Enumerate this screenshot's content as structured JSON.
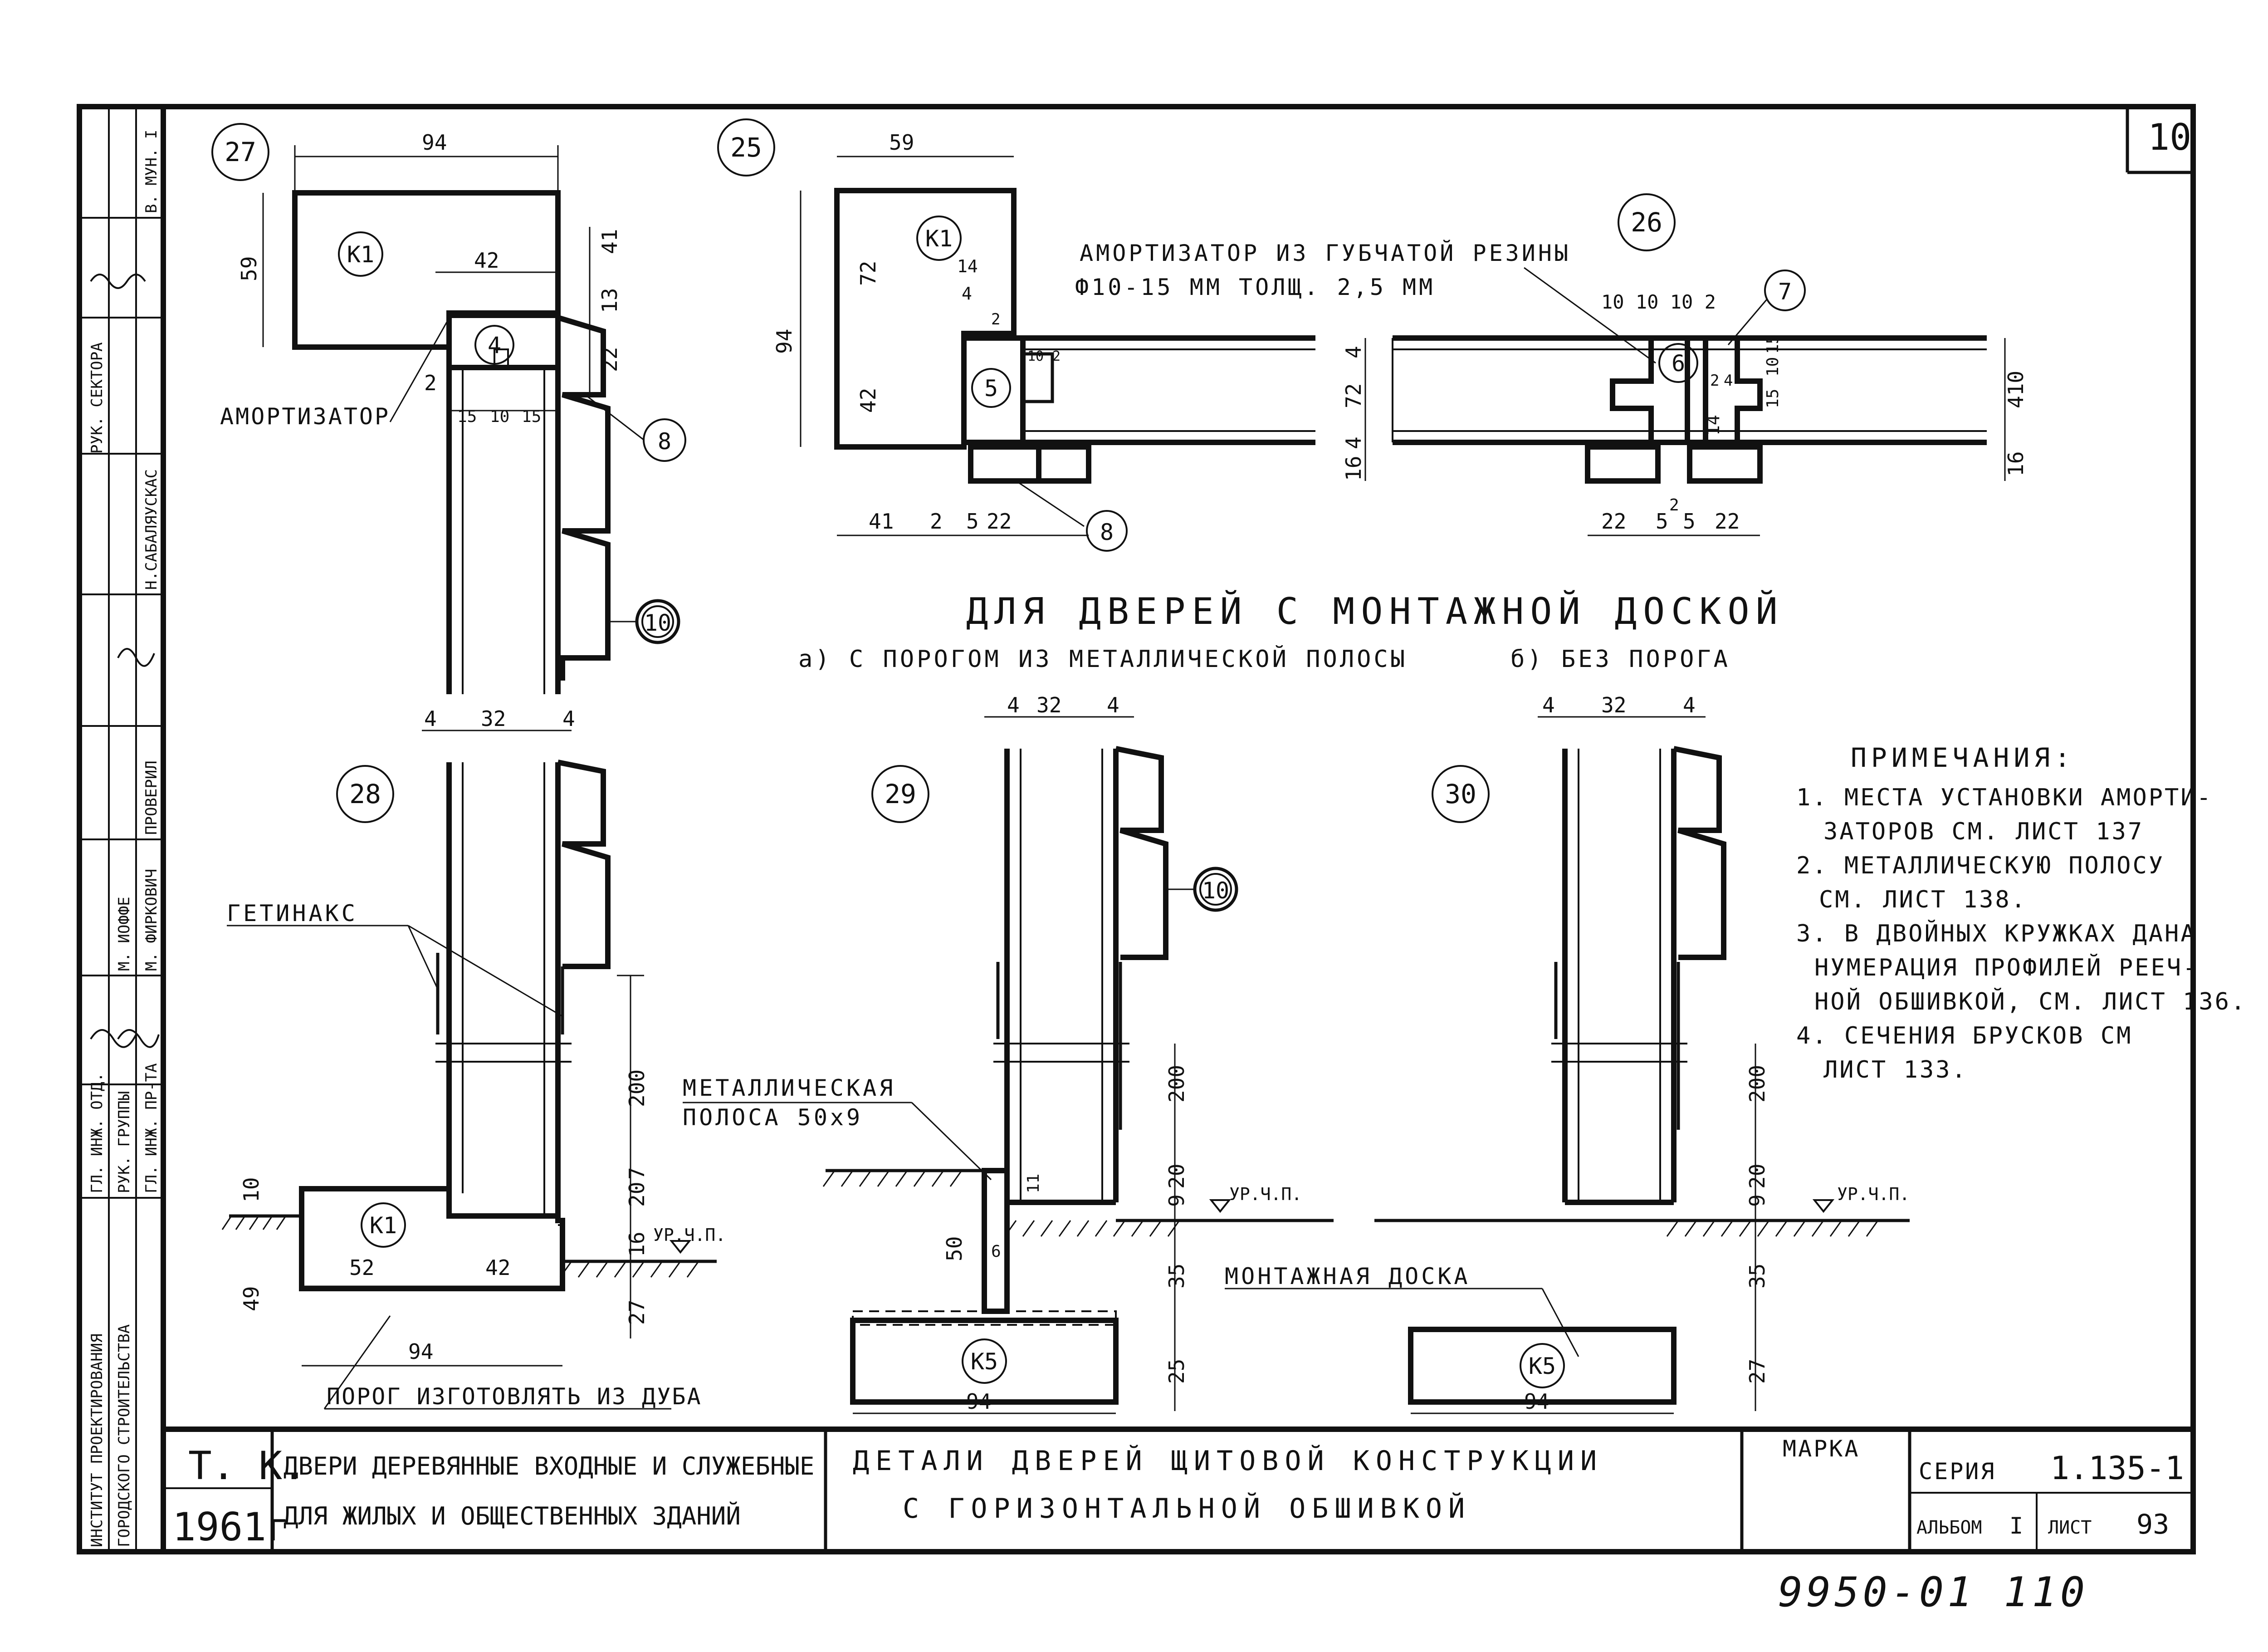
{
  "sheet_corner_number": "10",
  "heading": "ДЛЯ ДВЕРЕЙ С МОНТАЖНОЙ ДОСКОЙ",
  "subheading_a": "а) С ПОРОГОМ ИЗ МЕТАЛЛИЧЕСКОЙ ПОЛОСЫ",
  "subheading_b": "б) БЕЗ ПОРОГА",
  "details": {
    "d25": "25",
    "d26": "26",
    "d27": "27",
    "d28": "28",
    "d29": "29",
    "d30": "30"
  },
  "profiles": {
    "p4": "4",
    "p5": "5",
    "p6": "6",
    "p7": "7",
    "p8": "8",
    "p10": "10",
    "k1": "К1",
    "k5": "К5"
  },
  "labels": {
    "amortizator": "АМОРТИЗАТОР",
    "sponge_line1": "АМОРТИЗАТОР ИЗ ГУБЧАТОЙ РЕЗИНЫ",
    "sponge_line2": "Ф10-15 ММ ТОЛЩ. 2,5 ММ",
    "getinaks": "ГЕТИНАКС",
    "metal_strip_line1": "МЕТАЛЛИЧЕСКАЯ",
    "metal_strip_line2": "ПОЛОСА 50х9",
    "threshold_oak": "ПОРОГ ИЗГОТОВЛЯТЬ ИЗ ДУБА",
    "mount_board": "МОНТАЖНАЯ ДОСКА",
    "floor_level": "УР.Ч.П."
  },
  "notes": {
    "title": "ПРИМЕЧАНИЯ:",
    "lines": [
      "1. МЕСТА УСТАНОВКИ АМОРТИ-",
      "ЗАТОРОВ СМ. ЛИСТ 137",
      "2. МЕТАЛЛИЧЕСКУЮ ПОЛОСУ",
      "СМ. ЛИСТ 138.",
      "3. В ДВОЙНЫХ КРУЖКАХ ДАНА",
      "НУМЕРАЦИЯ ПРОФИЛЕЙ РЕЕЧ-",
      "НОЙ ОБШИВКОЙ, СМ. ЛИСТ 136.",
      "4. СЕЧЕНИЯ БРУСКОВ СМ",
      "ЛИСТ 133."
    ]
  },
  "dims": {
    "d27": {
      "top": "94",
      "left": "59",
      "mid": "42",
      "r41": "41",
      "r13": "13",
      "r22": "22",
      "gap": "2",
      "bottom_a": "15",
      "bottom_b": "10",
      "bottom_c": "15"
    },
    "d25": {
      "top": "59",
      "left": "94",
      "h72": "72",
      "h42": "42",
      "w14": "14",
      "w4": "4",
      "w2": "2",
      "s10": "10",
      "s2": "2",
      "b41": "41",
      "b2": "2",
      "b5": "5",
      "b22": "22"
    },
    "d26": {
      "top": "10 10 10 2",
      "r4": "4",
      "r72": "72",
      "r4b": "4",
      "r16": "16",
      "c2": "2",
      "c4": "4",
      "c14": "14",
      "c15": "15",
      "c10": "10",
      "c15b": "15",
      "r410": "410",
      "r16b": "16",
      "b22": "22",
      "b5": "5",
      "b5b": "5",
      "b22b": "22",
      "b2": "2"
    },
    "d28": {
      "top_a": "4",
      "top_b": "32",
      "top_c": "4",
      "v200": "200",
      "v7": "7",
      "v20": "20",
      "v16": "16",
      "v27": "27",
      "h10": "10",
      "h49": "49",
      "w52": "52",
      "w42": "42",
      "w94": "94"
    },
    "d29": {
      "top_a": "4",
      "top_b": "32",
      "top_c": "4",
      "v200": "200",
      "v9": "9",
      "v20": "20",
      "v35": "35",
      "v25": "25",
      "v50": "50",
      "v6": "6",
      "v11": "11",
      "w94": "94"
    },
    "d30": {
      "top_a": "4",
      "top_b": "32",
      "top_c": "4",
      "v200": "200",
      "v9": "9",
      "v20": "20",
      "v35": "35",
      "v27": "27",
      "w94": "94"
    }
  },
  "stamp_column": [
    "В. МУН. I",
    "РУК. СЕКТОРА",
    "Н.САБАЛЯУСКАС",
    "ПРОВЕРИЛ",
    "М. ИОФФЕ",
    "М. ФИРКОВИЧ",
    "ГЛ. ИНЖ. ОТД.",
    "РУК. ГРУППЫ",
    "ГЛ. ИНЖ. ПР-ТА",
    "ИНСТИТУТ ПРОЕКТИРОВАНИЯ",
    "ГОРОДСКОГО СТРОИТЕЛЬСТВА"
  ],
  "title_block": {
    "code": "Т. К.",
    "year": "1961г",
    "project_line1": "ДВЕРИ ДЕРЕВЯННЫЕ ВХОДНЫЕ И СЛУЖЕБНЫЕ",
    "project_line2": "ДЛЯ ЖИЛЫХ И ОБЩЕСТВЕННЫХ ЗДАНИЙ",
    "drawing_line1": "ДЕТАЛИ ДВЕРЕЙ ЩИТОВОЙ КОНСТРУКЦИИ",
    "drawing_line2": "С ГОРИЗОНТАЛЬНОЙ ОБШИВКОЙ",
    "marka_label": "МАРКА",
    "series_label": "СЕРИЯ",
    "series_value": "1.135-1",
    "album_label": "АЛЬБОМ",
    "album_value": "I",
    "sheet_label": "ЛИСТ",
    "sheet_value": "93"
  },
  "archive_number": "9950-01 110"
}
